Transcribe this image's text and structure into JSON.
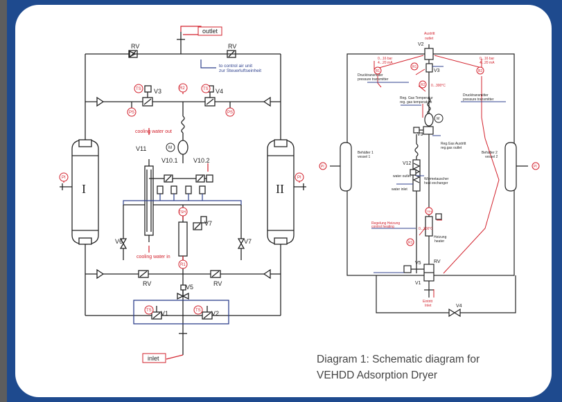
{
  "colors": {
    "frame": "#1e4a8e",
    "line": "#222222",
    "red": "#d21f2a",
    "blue": "#2c3f8c",
    "caption": "#444444"
  },
  "caption": {
    "line1": "Diagram 1: Schematic diagram for",
    "line2": "VEHDD Adsorption Dryer"
  },
  "left": {
    "outlet": "outlet",
    "inlet": "inlet",
    "control_air_1": "to control air unit",
    "control_air_2": "zur Steuerluftseinheit",
    "rv": "RV",
    "v3": "V3",
    "v4": "V4",
    "v1": "V1",
    "v2": "V2",
    "v5": "V5",
    "v6": "V6",
    "v7": "V7",
    "v11": "V11",
    "v10_1": "V10.1",
    "v10_2": "V10.2",
    "r1": "R1",
    "r2": "R2",
    "ps": "PS",
    "pi": "PI",
    "m": "M",
    "ts": "TS",
    "tsh": "TSH",
    "cooling_out": "cooling water out",
    "cooling_in": "cooling water in",
    "vessel_1": "I",
    "vessel_2": "II"
  },
  "right": {
    "austritt": "Austritt",
    "outlet": "outlet",
    "eintritt": "Eintritt",
    "inlet": "Inlet",
    "v1": "V1",
    "v2": "V2",
    "v3": "V3",
    "v4": "V4",
    "v5": "V5",
    "v9": "V9",
    "v12": "V12",
    "rv": "RV",
    "b1": "B1",
    "b2": "B2",
    "m": "M",
    "pi": "PI",
    "tsh": "TSH",
    "r1": "R1",
    "r2": "R2",
    "range_left_1": "0...16 bar",
    "range_left_2": "4...20 mA",
    "range_right_1": "0...16 bar",
    "range_right_2": "4...20 mA",
    "range_temp": "0...300°C",
    "druck_left_1": "Drucktransmitter",
    "druck_left_2": "pressure transmitter",
    "druck_right_1": "Drucktransmitter",
    "druck_right_2": "pressure transmitter",
    "reg_temp_1": "Reg. Gas Temperatur",
    "reg_temp_2": "reg. gas temperature",
    "reg_outlet_1": "Reg.Gas Austritt",
    "reg_outlet_2": "reg.gas outlet",
    "vessel1_1": "Behälter 1",
    "vessel1_2": "vessel 1",
    "vessel2_1": "Behälter 2",
    "vessel2_2": "vessel 2",
    "water_outlet": "water outlet",
    "water_inlet": "water inlet",
    "hx_1": "Wärmetauscher",
    "hx_2": "heat exchanger",
    "reg_heat_1": "Regelung Heizung",
    "reg_heat_2": "control heating",
    "reg_heat_range": "0...300°C",
    "heater_1": "Heizung",
    "heater_2": "heater"
  }
}
